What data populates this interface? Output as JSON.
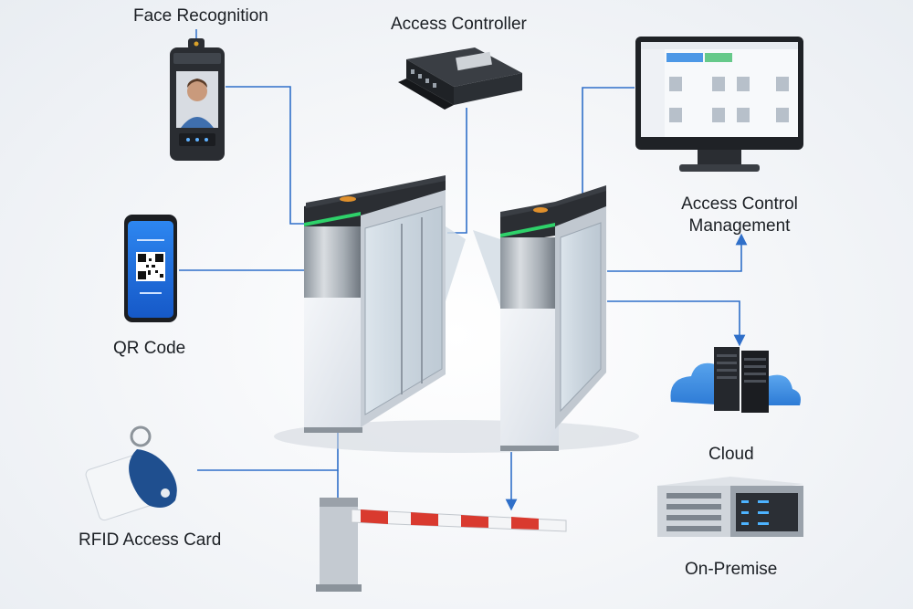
{
  "labels": {
    "face_recognition": "Face Recognition",
    "access_controller": "Access Controller",
    "qr_code": "QR Code",
    "access_control_management_line1": "Access Control",
    "access_control_management_line2": "Management",
    "cloud": "Cloud",
    "rfid_access_card": "RFID Access Card",
    "on_premise": "On-Premise"
  },
  "colors": {
    "connector": "#2f6fc9",
    "accent_green": "#2ed16a",
    "barrier_red": "#d93a2f",
    "cloud_blue": "#3d8fe0",
    "phone_blue": "#1f6fe0"
  },
  "icons": [
    "face-terminal-icon",
    "access-controller-icon",
    "qr-phone-icon",
    "monitor-icon",
    "cloud-server-icon",
    "rfid-card-icon",
    "on-premise-server-icon",
    "turnstile-icon",
    "barrier-gate-icon"
  ]
}
